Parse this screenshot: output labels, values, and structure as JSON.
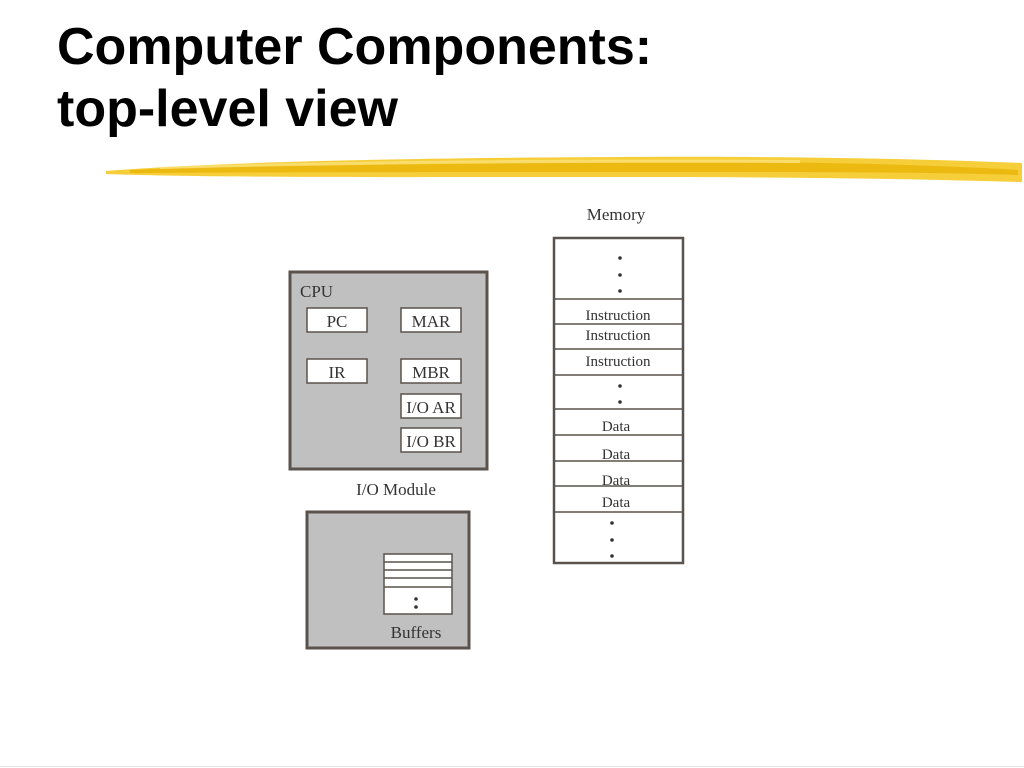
{
  "slide": {
    "title_line1": "Computer Components:",
    "title_line2": "top-level view"
  },
  "diagram": {
    "cpu": {
      "label": "CPU",
      "registers": {
        "pc": "PC",
        "mar": "MAR",
        "ir": "IR",
        "mbr": "MBR",
        "io_ar": "I/O AR",
        "io_br": "I/O BR"
      }
    },
    "io_module": {
      "label": "I/O Module",
      "buffers_label": "Buffers"
    },
    "memory": {
      "label": "Memory",
      "instruction_1": "Instruction",
      "instruction_2": "Instruction",
      "instruction_3": "Instruction",
      "data_1": "Data",
      "data_2": "Data",
      "data_3": "Data",
      "data_4": "Data"
    }
  },
  "colors": {
    "box_fill": "#c0c0c0",
    "border": "#5a524c",
    "highlighter": "#f5c518"
  }
}
